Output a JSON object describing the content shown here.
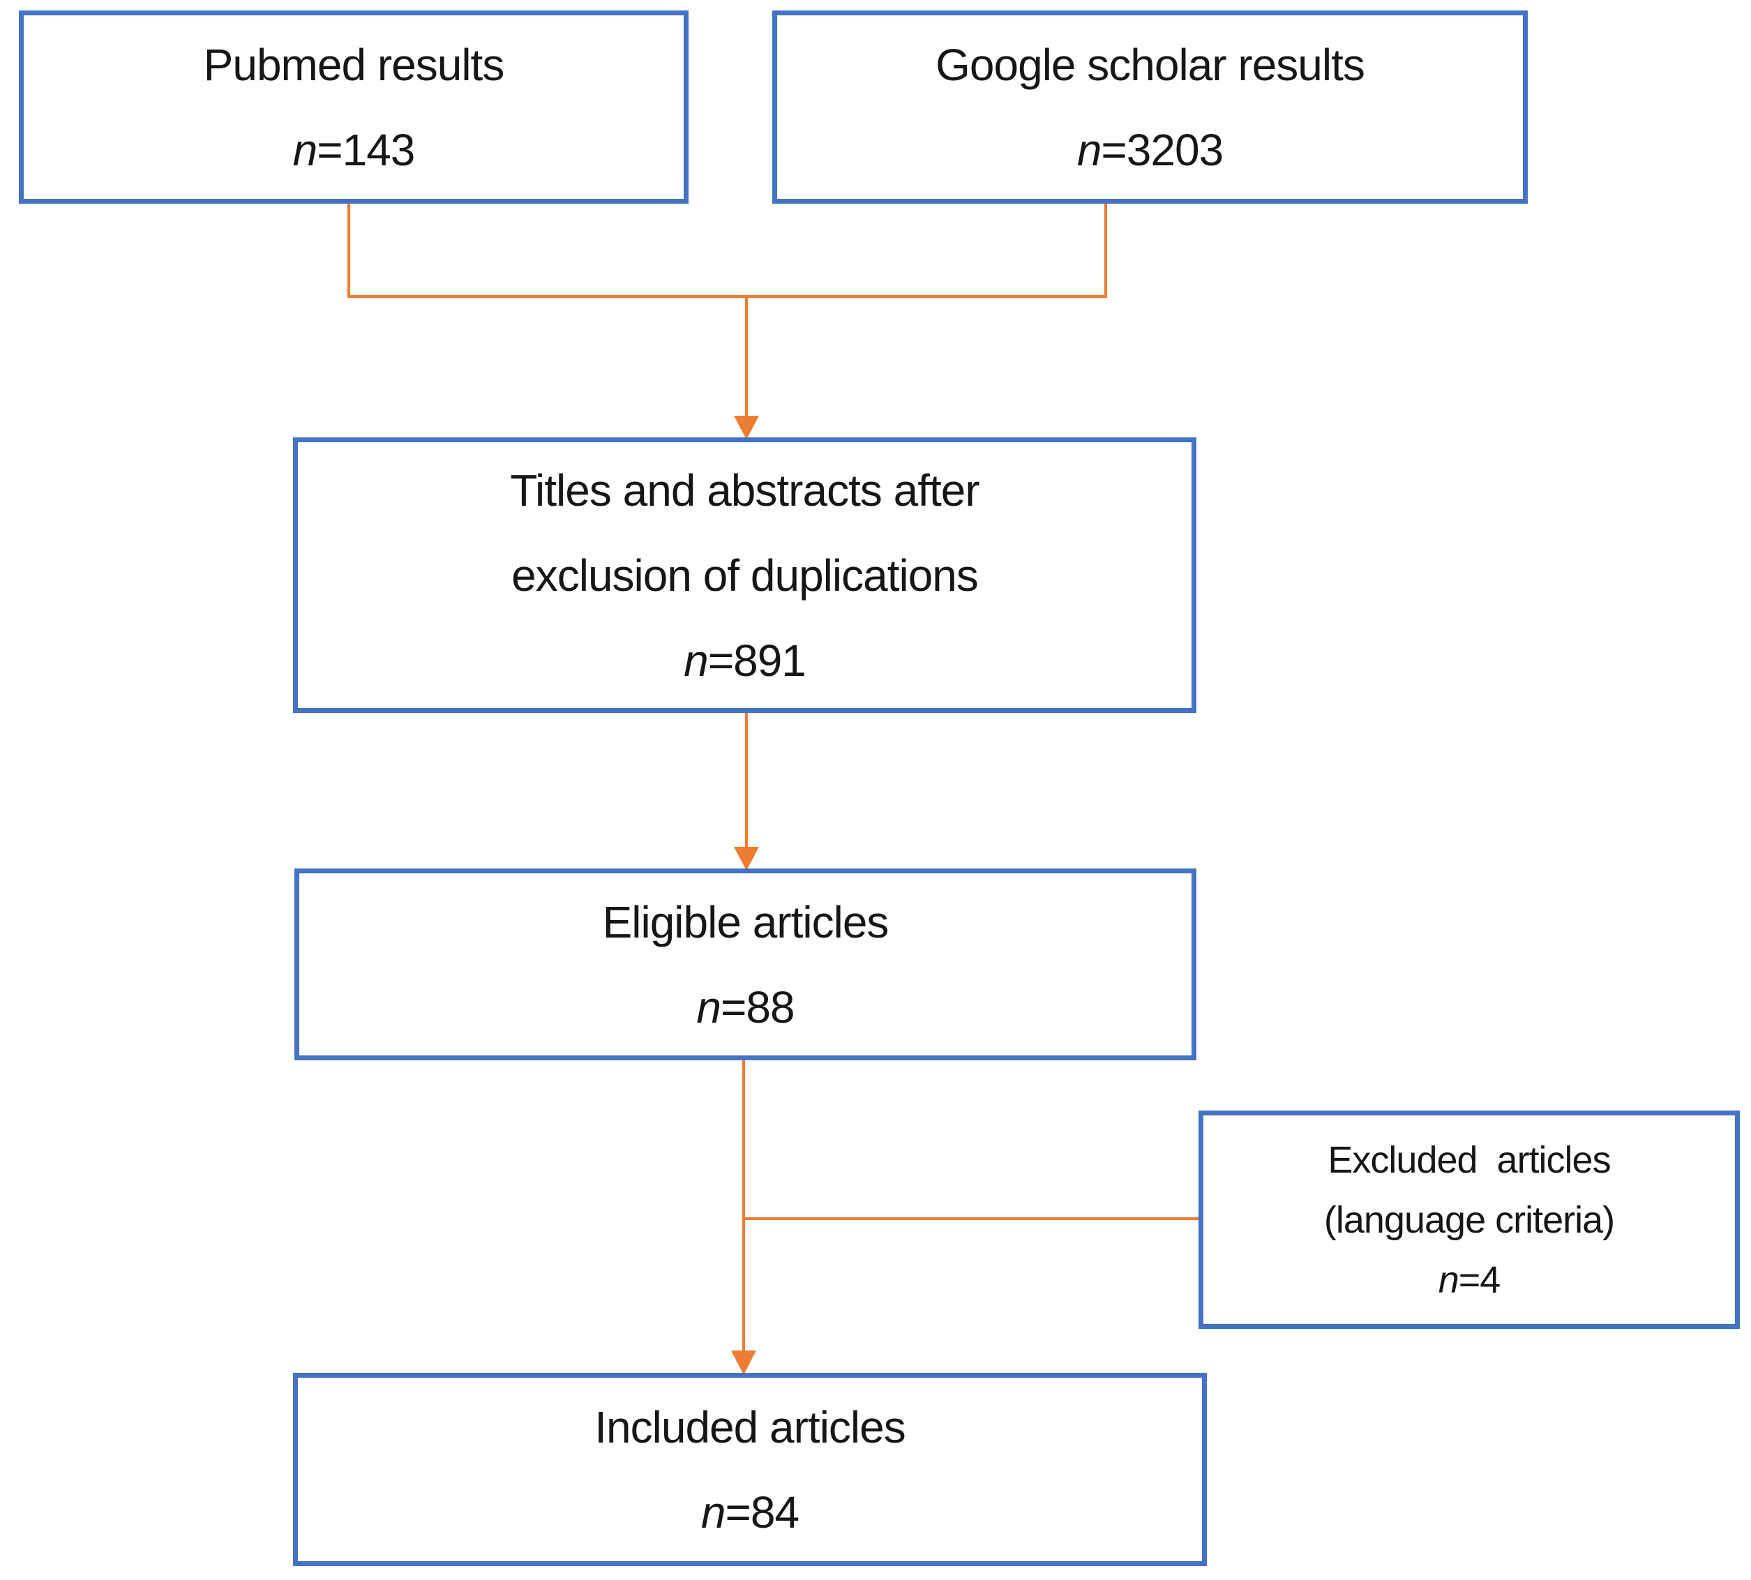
{
  "colors": {
    "box_border": "#4472C4",
    "connector": "#ED7D31",
    "text": "#161616",
    "background": "#ffffff"
  },
  "boxes": {
    "pubmed": {
      "label": "Pubmed results",
      "n_symbol": "n",
      "n_value": "=143"
    },
    "google": {
      "label": "Google scholar results",
      "n_symbol": "n",
      "n_value": "=3203"
    },
    "titles": {
      "label_line1": "Titles and abstracts after",
      "label_line2": "exclusion of duplications",
      "n_symbol": "n",
      "n_value": "=891"
    },
    "eligible": {
      "label": "Eligible articles",
      "n_symbol": "n",
      "n_value": "=88"
    },
    "excluded": {
      "label_line1": "Excluded  articles",
      "label_line2": "(language criteria)",
      "n_symbol": "n",
      "n_value": "=4"
    },
    "included": {
      "label": "Included articles",
      "n_symbol": "n",
      "n_value": "=84"
    }
  }
}
